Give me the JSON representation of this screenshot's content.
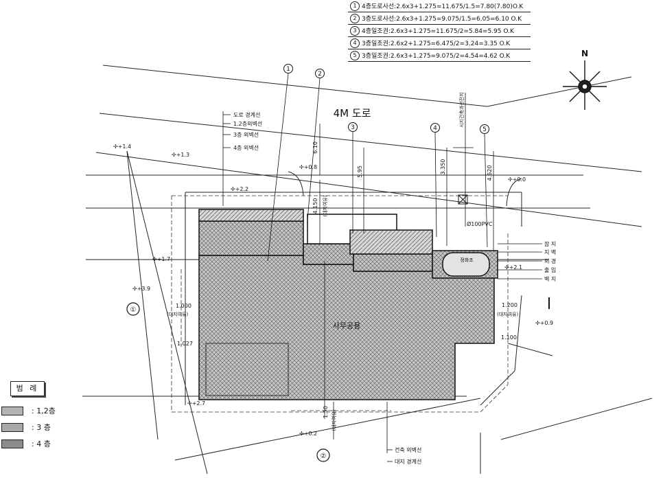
{
  "calc_table": [
    {
      "no": "1",
      "text": "4층도로사선:2.6x3+1.275=11.675/1.5=7.80(7.80)O.K"
    },
    {
      "no": "2",
      "text": "3층도로사선:2.6x3+1.275=9.075/1.5=6.05=6.10 O.K"
    },
    {
      "no": "3",
      "text": "4층일조권:2.6x3+1.275=11.675/2=5.84=5.95 O.K"
    },
    {
      "no": "4",
      "text": "3층일조권:2.6x2+1.275=6.475/2=3.24=3.35 O.K"
    },
    {
      "no": "5",
      "text": "3층일조권:2.6x3+1.275=9.075/2=4.54=4.62 O.K"
    }
  ],
  "road_label": "4M 도로",
  "north_label": "N",
  "line_markers": [
    "1",
    "2",
    "3",
    "4",
    "5"
  ],
  "left_setback_labels": [
    "도로 경계선",
    "1.2층외벽선",
    "3층 외벽선",
    "4층 외벽선"
  ],
  "dims": {
    "d1": "6.10",
    "d2": "5.95",
    "d3": "3.350",
    "d4": "4.620",
    "d5": "4.150",
    "left_w": "1.000",
    "left_sub": "1.027",
    "right_w": "1.200",
    "right_sub": "1.100",
    "bottom": "1.50"
  },
  "dim_sublabels": {
    "left": "(대지여유)",
    "right": "(대지여유)",
    "bottom": "(대지여유)",
    "d5_sub": "(대지여유)"
  },
  "elevations": [
    "+1.4",
    "+1.3",
    "+0.8",
    "+2.2",
    "+0.0",
    "+1.7",
    "+3.9",
    "+2.1",
    "+0.9",
    "+2.7",
    "+0.2"
  ],
  "section_markers": [
    "①",
    "②"
  ],
  "building_label": "사무공용",
  "pump_label": "정화조",
  "pipe_label": "Ø100PVC",
  "right_notes": [
    "잡 지",
    "지 벽",
    "외 경",
    "출 입",
    "벽 지"
  ],
  "sign_label": "시지건축과선전지",
  "bottom_labels": [
    "건축 외벽선",
    "대지 경계선"
  ],
  "legend": {
    "title": "범 례",
    "items": [
      {
        "label": ": 1,2층",
        "color": "#b4b4b4"
      },
      {
        "label": ": 3 층",
        "color": "#a8a8a8"
      },
      {
        "label": ": 4 층",
        "color": "#8c8c8c"
      }
    ]
  }
}
